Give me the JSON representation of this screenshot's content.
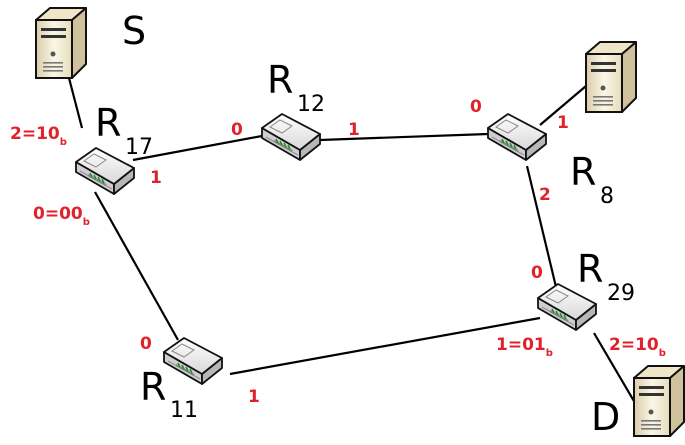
{
  "hosts": {
    "source": {
      "label": "S"
    },
    "destination": {
      "label": "D"
    }
  },
  "routers": [
    {
      "id": "r17",
      "prefix": "R",
      "number": "17"
    },
    {
      "id": "r12",
      "prefix": "R",
      "number": "12"
    },
    {
      "id": "r8",
      "prefix": "R",
      "number": "8"
    },
    {
      "id": "r29",
      "prefix": "R",
      "number": "29"
    },
    {
      "id": "r11",
      "prefix": "R",
      "number": "11"
    }
  ],
  "ports": {
    "r17_to_s": {
      "text": "2=10",
      "sub": "b"
    },
    "r17_to_r12": {
      "text": "1"
    },
    "r17_to_r11": {
      "text": "0=00",
      "sub": "b"
    },
    "r12_to_r17": {
      "text": "0"
    },
    "r12_to_r8": {
      "text": "1"
    },
    "r8_to_r12": {
      "text": "0"
    },
    "r8_to_server": {
      "text": "1"
    },
    "r8_to_r29": {
      "text": "2"
    },
    "r29_to_r8": {
      "text": "0"
    },
    "r29_to_r11": {
      "text": "1=01",
      "sub": "b"
    },
    "r29_to_d": {
      "text": "2=10",
      "sub": "b"
    },
    "r11_to_r17": {
      "text": "0"
    },
    "r11_to_r29": {
      "text": "1"
    }
  },
  "colors": {
    "port_label": "#e0222a",
    "link": "#000000",
    "router_body": "#eeeeee",
    "router_led": "#4caf50",
    "server_body": "#f3ecd2"
  }
}
